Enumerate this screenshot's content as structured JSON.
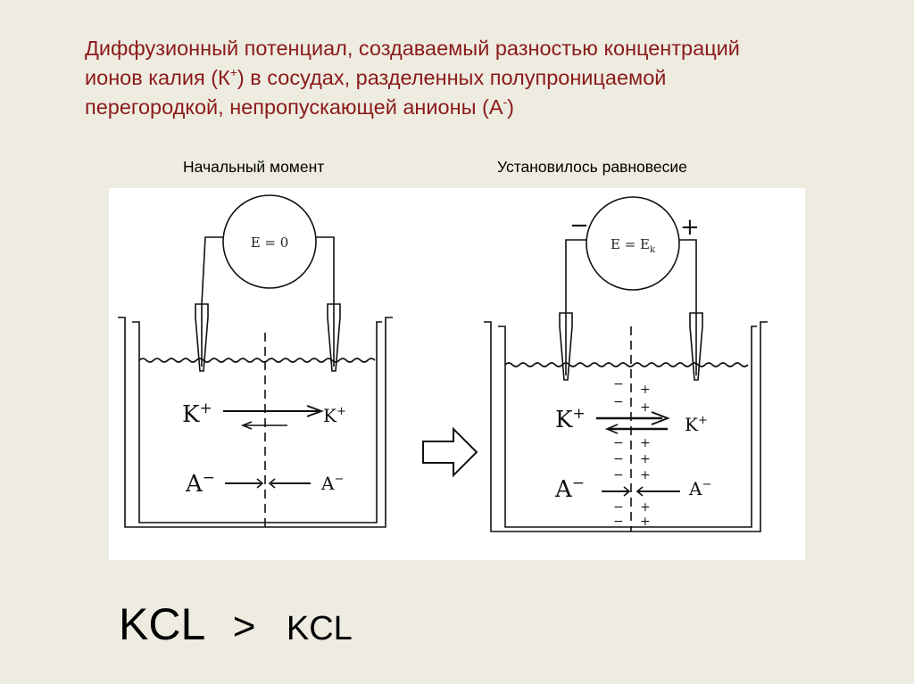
{
  "title": {
    "line1": "Диффузионный потенциал, создаваемый разностью концентраций",
    "line2_a": "ионов калия (К",
    "line2_sup": "+",
    "line2_b": ") в сосудах,  разделенных полупроницаемой",
    "line3_a": "перегородкой, непропускающей анионы (А",
    "line3_sup": "-",
    "line3_b": ")"
  },
  "captions": {
    "left": "Начальный момент",
    "right": "Установилось равновесие"
  },
  "left_panel": {
    "meter": "E = 0",
    "cation_left": "K",
    "cation_left_sup": "+",
    "cation_right": "K",
    "cation_right_sup": "+",
    "anion_left": "A",
    "anion_left_sup": "−",
    "anion_right": "A",
    "anion_right_sup": "−"
  },
  "right_panel": {
    "meter": "E = E",
    "meter_sub": "k",
    "pole_neg": "−",
    "pole_pos": "+",
    "cation_left": "K",
    "cation_left_sup": "+",
    "cation_right": "K",
    "cation_right_sup": "+",
    "anion_left": "A",
    "anion_left_sup": "−",
    "anion_right": "A",
    "anion_right_sup": "−"
  },
  "formula": {
    "left": "KCL",
    "operator": ">",
    "right": "KCL"
  }
}
